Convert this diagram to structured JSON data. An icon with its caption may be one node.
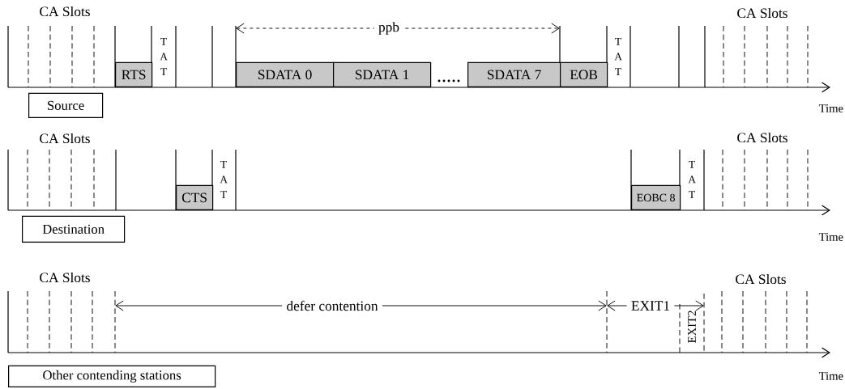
{
  "diagram": {
    "nodes": [
      {
        "text": [
          "RTS"
        ]
      },
      {
        "text": [
          "SDATA 0"
        ]
      },
      {
        "text": [
          "SDATA 1"
        ]
      },
      {
        "text": [
          "SDATA 7"
        ]
      },
      {
        "text": [
          "EOB"
        ]
      },
      {
        "text": [
          "Source"
        ]
      },
      {
        "text": [
          "CTS"
        ]
      },
      {
        "text": [
          "EOBC 8"
        ]
      },
      {
        "text": [
          "Destination"
        ]
      },
      {
        "text": [
          "Other contending stations"
        ]
      }
    ],
    "labels": [
      "CA Slots",
      "ppb",
      "CA Slots",
      "T A T",
      "T A T",
      "Time",
      "CA Slots",
      "CA Slots",
      "T A T",
      "T A T",
      "Time",
      "CA Slots",
      "defer contention",
      "EXIT1",
      "CA Slots",
      "EXIT2",
      "Time"
    ]
  }
}
